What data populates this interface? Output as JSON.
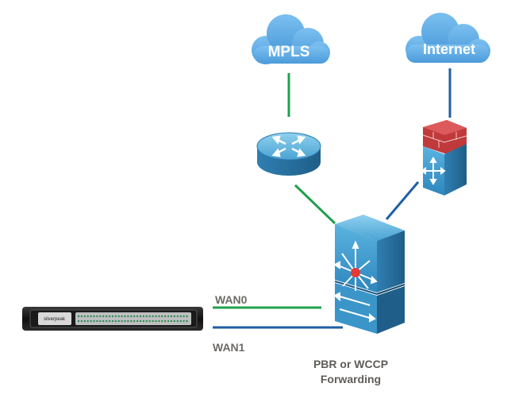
{
  "clouds": {
    "mpls": "MPLS",
    "internet": "Internet"
  },
  "links": {
    "wan0": "WAN0",
    "wan1": "WAN1"
  },
  "switch_caption": {
    "line1": "PBR or WCCP",
    "line2": "Forwarding"
  },
  "appliance": {
    "brand": "silverpeak"
  },
  "colors": {
    "cloud": "#5aa9e6",
    "mpls_link": "#1fa04f",
    "internet_link": "#1f5fa3",
    "device_blue": "#3a8fc0"
  },
  "icons": [
    "router-icon",
    "firewall-icon",
    "multilayer-switch-icon",
    "wan-appliance-icon",
    "cloud-icon"
  ]
}
